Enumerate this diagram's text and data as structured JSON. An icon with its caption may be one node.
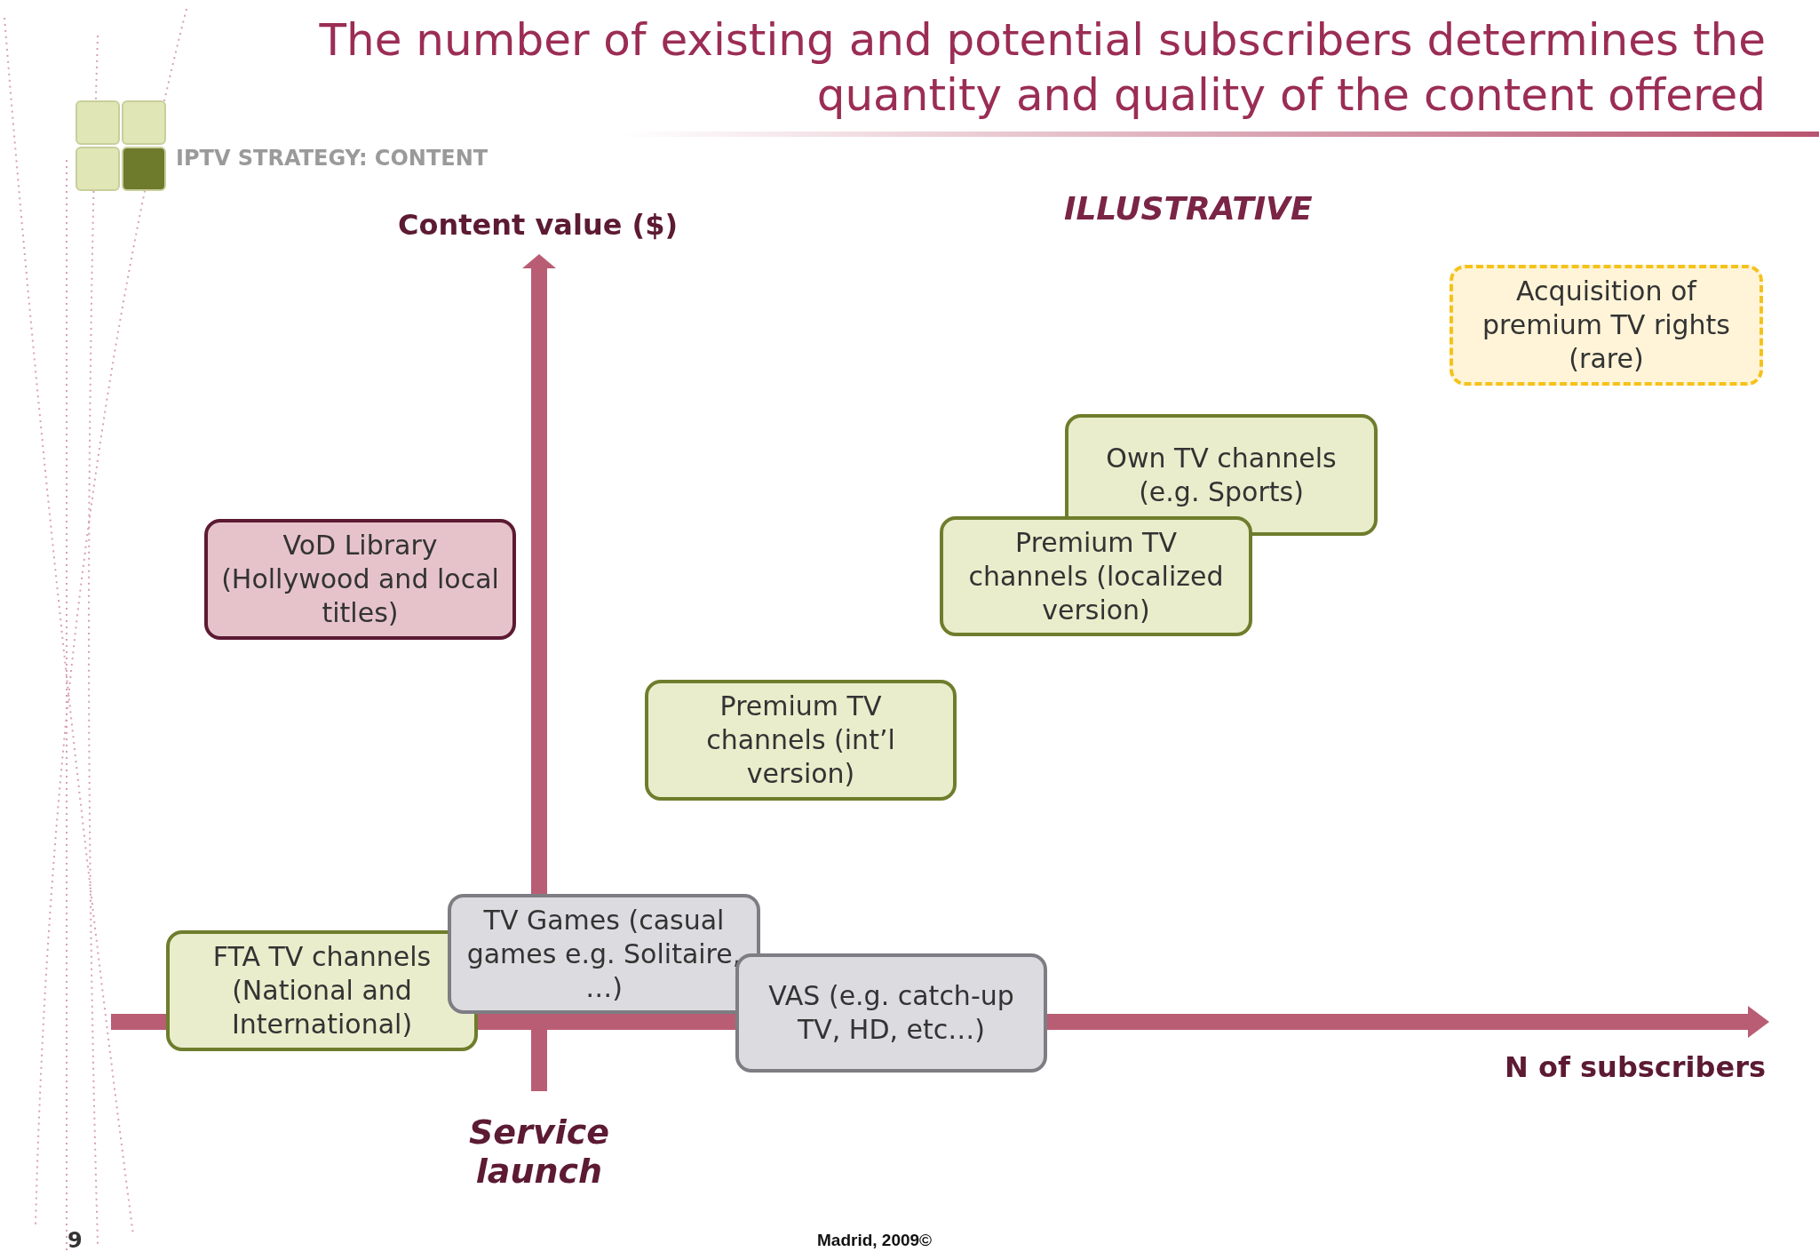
{
  "diagram": {
    "title": "The number of existing and potential subscribers determines the quantity and quality of the content offered",
    "nodes": [
      {
        "text": [
          "Acquisition of premium TV rights (rare)"
        ]
      },
      {
        "text": [
          "Own TV channels (e.g. Sports)"
        ]
      },
      {
        "text": [
          "Premium TV channels (localized version)"
        ]
      },
      {
        "text": [
          "VoD Library (Hollywood and local titles)"
        ]
      },
      {
        "text": [
          "Premium TV channels (int’l version)"
        ]
      },
      {
        "text": [
          "FTA TV channels (National and International)"
        ]
      },
      {
        "text": [
          "TV Games (casual games e.g. Solitaire, …)"
        ]
      },
      {
        "text": [
          "VAS (e.g. catch-up TV, HD, etc…)"
        ]
      }
    ],
    "labels": [
      "IPTV STRATEGY: CONTENT",
      "Content value ($)",
      "ILLUSTRATIVE",
      "N of subscribers",
      "Service launch",
      "9",
      "Madrid, 2009©"
    ]
  }
}
